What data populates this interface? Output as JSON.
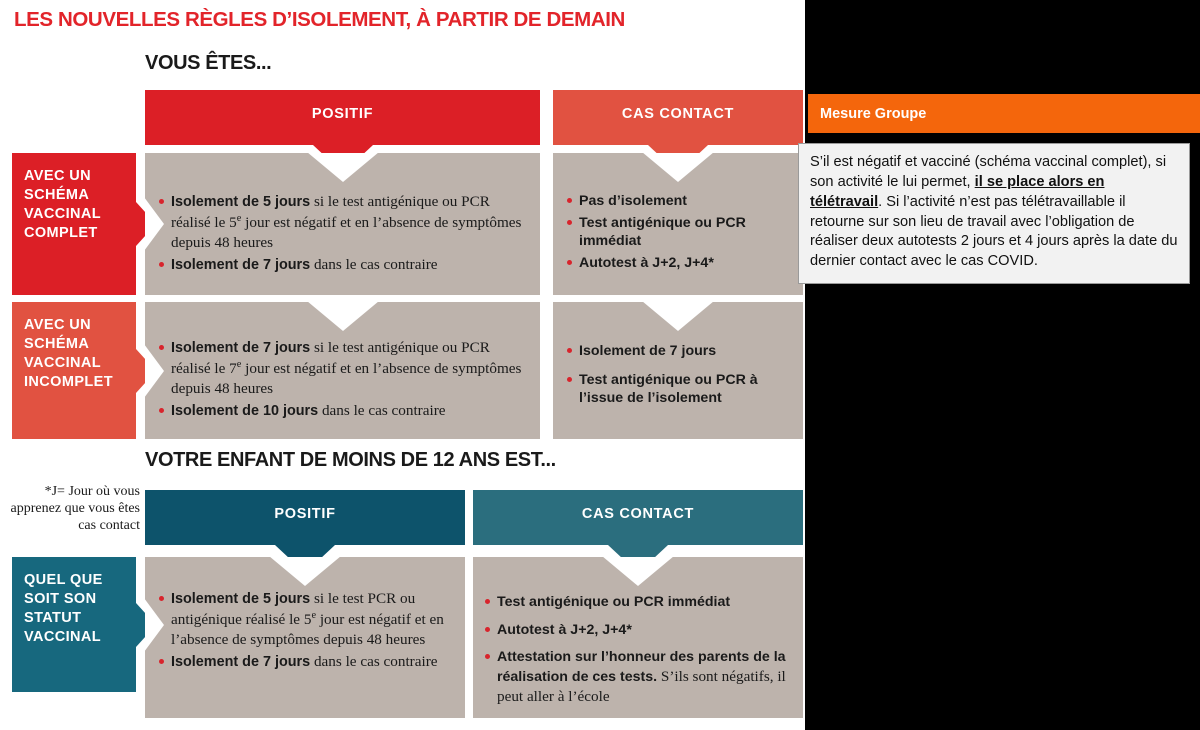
{
  "headline": "LES NOUVELLES RÈGLES D’ISOLEMENT, À PARTIR DE DEMAIN",
  "colors": {
    "brand_red": "#e2242a",
    "header_red": "#dc1f26",
    "header_salmon": "#e15241",
    "cell_gray": "#bdb3ac",
    "teal_dark": "#0d536b",
    "teal_light": "#2b6e7e",
    "panel_orange": "#f4660c",
    "bullet_red": "#d8242c"
  },
  "adult_section": {
    "title": "VOUS ÊTES...",
    "columns": [
      {
        "label": "POSITIF",
        "color": "#dc1f26"
      },
      {
        "label": "CAS CONTACT",
        "color": "#e15241"
      }
    ],
    "rows": [
      {
        "label": "AVEC UN SCHÉMA VACCINAL COMPLET",
        "label_color": "#dc1f26",
        "positif": [
          {
            "bold": "Isolement de 5 jours",
            "rest": " si le test antigénique ou PCR réalisé le 5",
            "sup": "e",
            "rest2": " jour est négatif et en l’absence de symptômes depuis 48 heures"
          },
          {
            "bold": "Isolement de 7 jours",
            "rest": " dans le cas contraire"
          }
        ],
        "cas_contact": [
          {
            "text": "Pas d’isolement"
          },
          {
            "text": "Test antigénique ou PCR immédiat"
          },
          {
            "text": "Autotest à J+2, J+4*"
          }
        ]
      },
      {
        "label": "AVEC UN SCHÉMA VACCINAL INCOMPLET",
        "label_color": "#e15241",
        "positif": [
          {
            "bold": "Isolement de 7 jours",
            "rest": " si le test antigénique ou PCR réalisé le 7",
            "sup": "e",
            "rest2": " jour est négatif et en l’absence de symptômes depuis 48 heures"
          },
          {
            "bold": "Isolement de 10 jours",
            "rest": " dans le cas contraire"
          }
        ],
        "cas_contact": [
          {
            "text": "Isolement de 7 jours"
          },
          {
            "text": "Test antigénique ou PCR à l’issue de l’isolement"
          }
        ]
      }
    ]
  },
  "child_section": {
    "title": "VOTRE ENFANT DE MOINS DE 12 ANS EST...",
    "columns": [
      {
        "label": "POSITIF",
        "color": "#0d536b"
      },
      {
        "label": "CAS CONTACT",
        "color": "#2b6e7e"
      }
    ],
    "row": {
      "label": "QUEL QUE SOIT SON STATUT VACCINAL",
      "label_color": "#17687e",
      "positif": [
        {
          "bold": "Isolement de 5 jours",
          "rest": " si le test PCR ou antigénique réalisé le 5",
          "sup": "e",
          "rest2": " jour est négatif et en l’absence de symptômes depuis 48 heures"
        },
        {
          "bold": "Isolement de 7 jours",
          "rest": " dans le cas contraire"
        }
      ],
      "cas_contact": [
        {
          "text": "Test antigénique ou PCR immédiat"
        },
        {
          "text": "Autotest à J+2, J+4*"
        },
        {
          "text": "Attestation sur l’honneur des parents de la réalisation de ces tests.",
          "serif_tail": " S’ils sont négatifs, il peut aller à l’école"
        }
      ]
    }
  },
  "footnote": "*J= Jour où vous apprenez que vous êtes cas contact",
  "panel": {
    "title": "Mesure Groupe",
    "body_part1": "S’il est négatif et vacciné (schéma vaccinal complet), si son activité le lui permet, ",
    "body_underline": "il se place alors en télétravail",
    "body_part2": ". Si l’activité n’est pas télétravaillable il retourne sur son lieu de travail avec l’obligation de réaliser deux autotests 2 jours et 4 jours après la date du dernier contact avec le cas COVID."
  }
}
